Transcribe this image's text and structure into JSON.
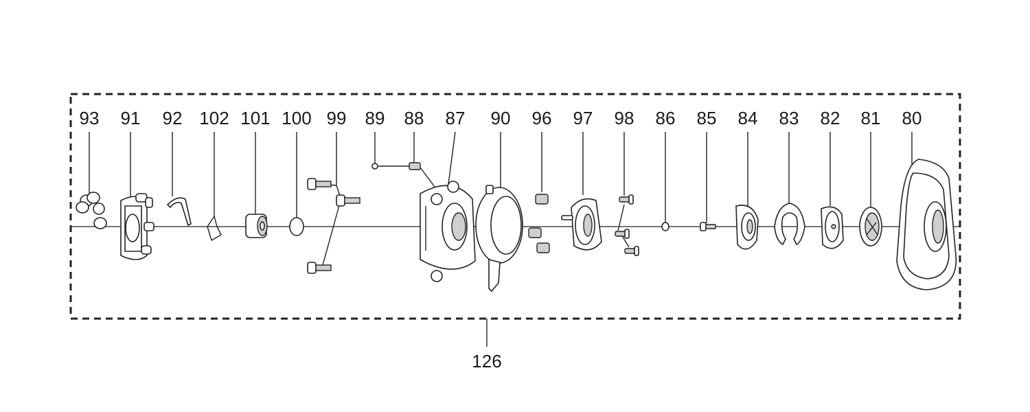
{
  "parts": [
    {
      "id": "p93",
      "label": "93"
    },
    {
      "id": "p91",
      "label": "91"
    },
    {
      "id": "p92",
      "label": "92"
    },
    {
      "id": "p102",
      "label": "102"
    },
    {
      "id": "p101",
      "label": "101"
    },
    {
      "id": "p100",
      "label": "100"
    },
    {
      "id": "p99",
      "label": "99"
    },
    {
      "id": "p89",
      "label": "89"
    },
    {
      "id": "p88",
      "label": "88"
    },
    {
      "id": "p87",
      "label": "87"
    },
    {
      "id": "p90",
      "label": "90"
    },
    {
      "id": "p96",
      "label": "96"
    },
    {
      "id": "p97",
      "label": "97"
    },
    {
      "id": "p98",
      "label": "98"
    },
    {
      "id": "p86",
      "label": "86"
    },
    {
      "id": "p85",
      "label": "85"
    },
    {
      "id": "p84",
      "label": "84"
    },
    {
      "id": "p83",
      "label": "83"
    },
    {
      "id": "p82",
      "label": "82"
    },
    {
      "id": "p81",
      "label": "81"
    },
    {
      "id": "p80",
      "label": "80"
    }
  ],
  "assembly": {
    "id": "p126",
    "label": "126"
  }
}
